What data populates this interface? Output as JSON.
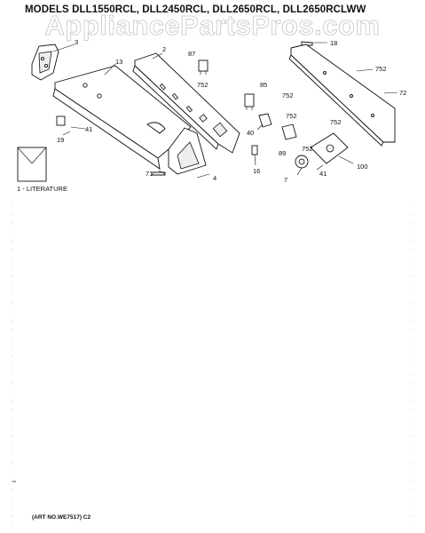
{
  "header": {
    "models": "MODELS DLL1550RCL, DLL2450RCL, DLL2650RCL, DLL2650RCLWW",
    "watermark": "AppliancePartsPros.com"
  },
  "callouts": [
    "1 - LITERATURE",
    "2",
    "3",
    "4",
    "7",
    "13",
    "16",
    "18",
    "19",
    "40",
    "41",
    "41",
    "71",
    "72",
    "85",
    "87",
    "89",
    "100",
    "752",
    "752",
    "752",
    "752",
    "752",
    "752"
  ],
  "footer": {
    "art_number": "(ART NO.WE7517) C2"
  }
}
